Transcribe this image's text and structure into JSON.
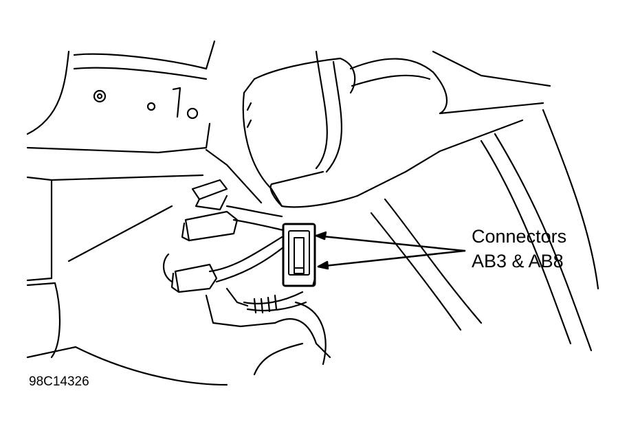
{
  "callout": {
    "line1": "Connectors",
    "line2": "AB3 & AB8"
  },
  "figure_id": "98C14326",
  "colors": {
    "ink": "#000000",
    "paper": "#ffffff"
  }
}
